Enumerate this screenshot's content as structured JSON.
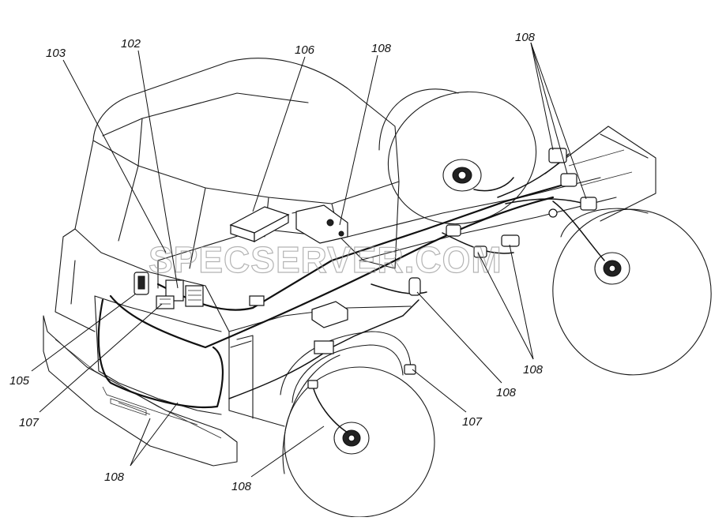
{
  "watermark": "SPECSERVER.COM",
  "callouts": {
    "c103": "103",
    "c102": "102",
    "c106": "106",
    "c108_top": "108",
    "c108_topright": "108",
    "c105": "105",
    "c107_left": "107",
    "c108_bottom_left": "108",
    "c108_bottom": "108",
    "c107_right": "107",
    "c108_mid": "108",
    "c108_right": "108"
  }
}
